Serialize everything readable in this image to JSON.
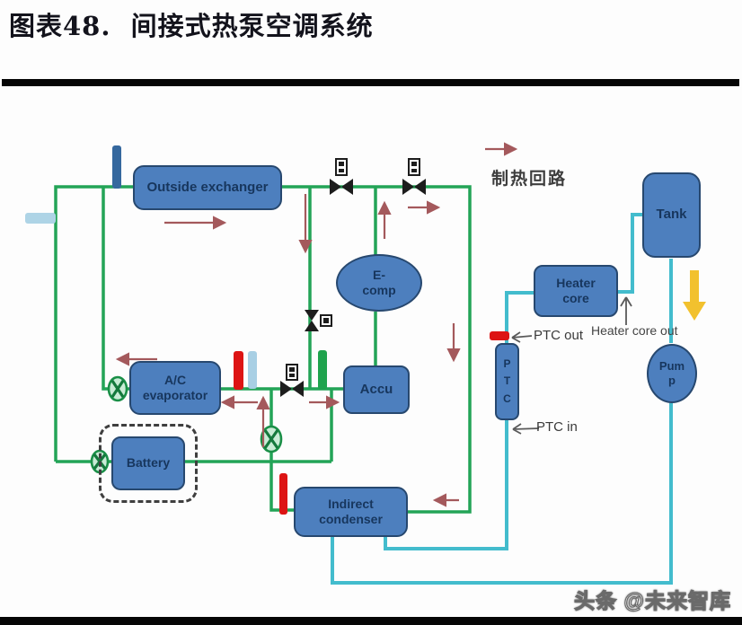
{
  "title": "图表48.  间接式热泵空调系统",
  "watermark": "头条 @未来智库",
  "labels": {
    "heating_loop": "制热回路",
    "ptc_out": "PTC out",
    "ptc_in": "PTC in",
    "heater_core_out": "Heater core out"
  },
  "nodes": {
    "outside_exchanger": {
      "label": "Outside exchanger"
    },
    "e_comp": {
      "line1": "E-",
      "line2": "comp"
    },
    "accu": {
      "label": "Accu"
    },
    "ac_evaporator": {
      "line1": "A/C",
      "line2": "evaporator"
    },
    "battery": {
      "label": "Battery"
    },
    "indirect_condenser": {
      "line1": "Indirect",
      "line2": "condenser"
    },
    "heater_core": {
      "line1": "Heater",
      "line2": "core"
    },
    "tank": {
      "label": "Tank"
    },
    "pump": {
      "line1": "Pum",
      "line2": "p"
    },
    "ptc": {
      "l1": "P",
      "l2": "T",
      "l3": "C"
    }
  },
  "colors": {
    "box_fill": "#4d7fbe",
    "box_border": "#27486f",
    "box_text": "#17365d",
    "refrigerant_line": "#23a457",
    "coolant_line": "#43bccd",
    "flow_arrow": "#a4595c",
    "hot_bar": "#dd1414",
    "cold_bar": "#a8cfe4",
    "green_bar": "#1fa34d",
    "dark_blue_bar": "#35689e",
    "light_blue_bar": "#aed4e6",
    "yellow_arrow": "#f2c12e",
    "valve": "#1d1d1d",
    "pump_symbol": "#1a8f47"
  }
}
